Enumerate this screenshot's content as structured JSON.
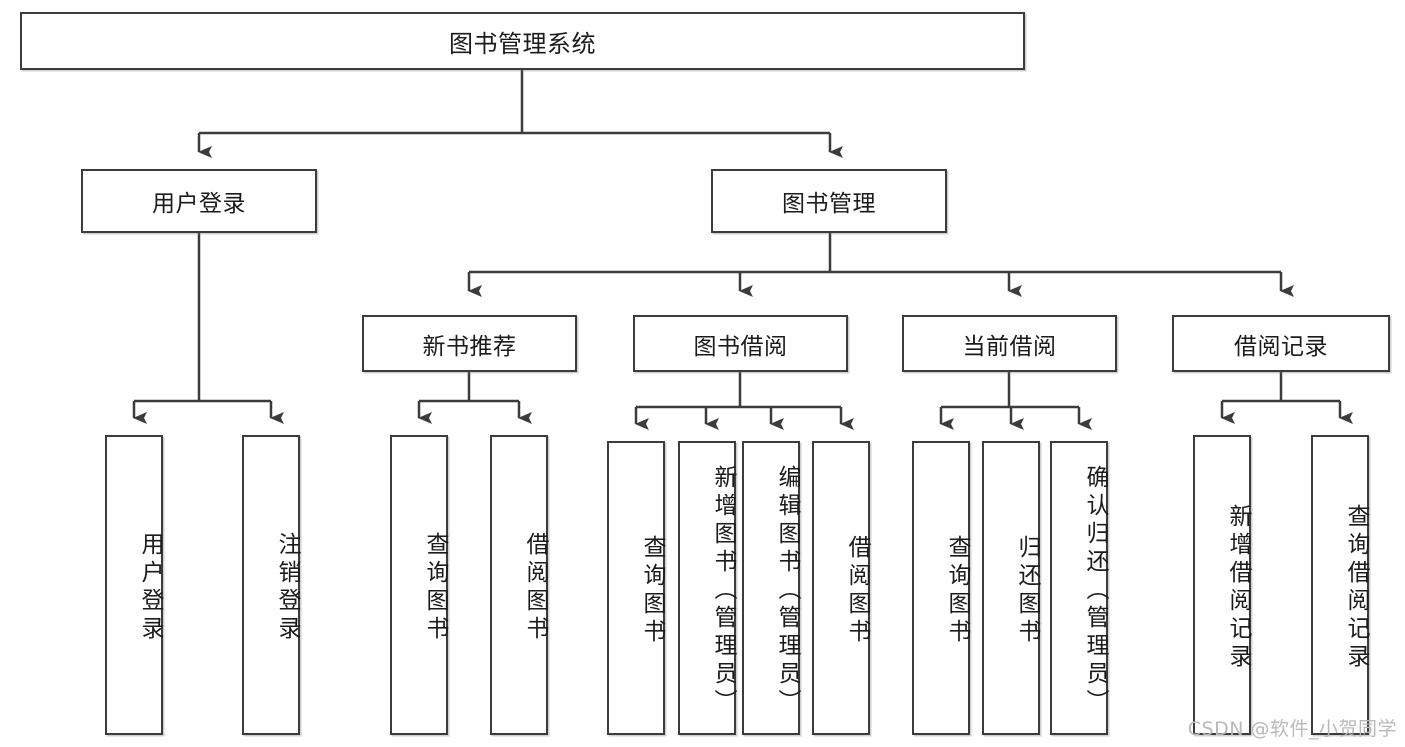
{
  "diagram": {
    "type": "tree",
    "title": "图书管理系统",
    "orientation": "top-down",
    "root": {
      "id": "root",
      "label": "图书管理系统",
      "text_direction": "horizontal"
    },
    "level2": [
      {
        "id": "user-login",
        "label": "用户登录",
        "text_direction": "horizontal"
      },
      {
        "id": "book-manage",
        "label": "图书管理",
        "text_direction": "horizontal"
      }
    ],
    "level3": [
      {
        "id": "new-book-recommend",
        "label": "新书推荐",
        "text_direction": "horizontal",
        "parent": "book-manage"
      },
      {
        "id": "book-borrow",
        "label": "图书借阅",
        "text_direction": "horizontal",
        "parent": "book-manage"
      },
      {
        "id": "current-borrow",
        "label": "当前借阅",
        "text_direction": "horizontal",
        "parent": "book-manage"
      },
      {
        "id": "borrow-record",
        "label": "借阅记录",
        "text_direction": "horizontal",
        "parent": "book-manage"
      }
    ],
    "leaves": [
      {
        "id": "leaf-user-login",
        "label": "用户登录",
        "parent": "user-login",
        "text_direction": "vertical"
      },
      {
        "id": "leaf-logout",
        "label": "注销登录",
        "parent": "user-login",
        "text_direction": "vertical"
      },
      {
        "id": "leaf-query-book-1",
        "label": "查询图书",
        "parent": "new-book-recommend",
        "text_direction": "vertical"
      },
      {
        "id": "leaf-borrow-book-1",
        "label": "借阅图书",
        "parent": "new-book-recommend",
        "text_direction": "vertical"
      },
      {
        "id": "leaf-query-book-2",
        "label": "查询图书",
        "parent": "book-borrow",
        "text_direction": "vertical"
      },
      {
        "id": "leaf-add-book",
        "label": "新增图书（管理员）",
        "parent": "book-borrow",
        "text_direction": "vertical"
      },
      {
        "id": "leaf-edit-book",
        "label": "编辑图书（管理员）",
        "parent": "book-borrow",
        "text_direction": "vertical"
      },
      {
        "id": "leaf-borrow-book-2",
        "label": "借阅图书",
        "parent": "book-borrow",
        "text_direction": "vertical"
      },
      {
        "id": "leaf-query-book-3",
        "label": "查询图书",
        "parent": "current-borrow",
        "text_direction": "vertical"
      },
      {
        "id": "leaf-return-book",
        "label": "归还图书",
        "parent": "current-borrow",
        "text_direction": "vertical"
      },
      {
        "id": "leaf-confirm-return",
        "label": "确认归还（管理员）",
        "parent": "current-borrow",
        "text_direction": "vertical"
      },
      {
        "id": "leaf-add-record",
        "label": "新增借阅记录",
        "parent": "borrow-record",
        "text_direction": "vertical"
      },
      {
        "id": "leaf-query-record",
        "label": "查询借阅记录",
        "parent": "borrow-record",
        "text_direction": "vertical"
      }
    ]
  },
  "watermark": {
    "text": "CSDN @软件_小贺同学"
  },
  "colors": {
    "stroke": "#3c3c3c",
    "text": "#1b1b1b",
    "background": "#ffffff",
    "watermark": "#b9b9b9"
  }
}
